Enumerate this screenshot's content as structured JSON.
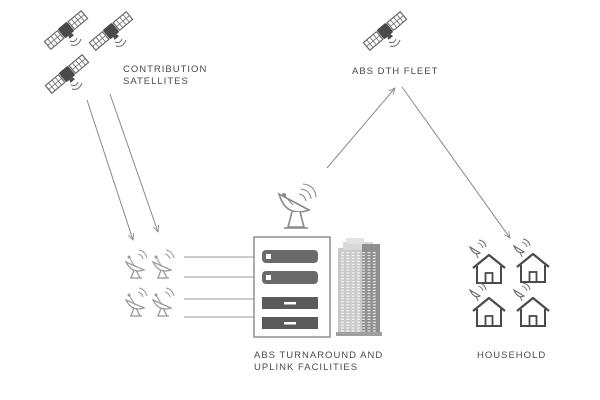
{
  "labels": {
    "contribution_line1": "CONTRIBUTION",
    "contribution_line2": "SATELLITES",
    "fleet": "ABS DTH FLEET",
    "facility_line1": "ABS TURNAROUND AND",
    "facility_line2": "UPLINK FACILITIES",
    "household": "HOUSEHOLD"
  },
  "colors": {
    "stroke": "#9a9a9a",
    "dark": "#5a5a5a",
    "arrow": "#8a8a8a"
  },
  "icons": [
    "satellite-icon",
    "satellite-dish-icon",
    "server-rack-icon",
    "building-icon",
    "house-icon"
  ]
}
